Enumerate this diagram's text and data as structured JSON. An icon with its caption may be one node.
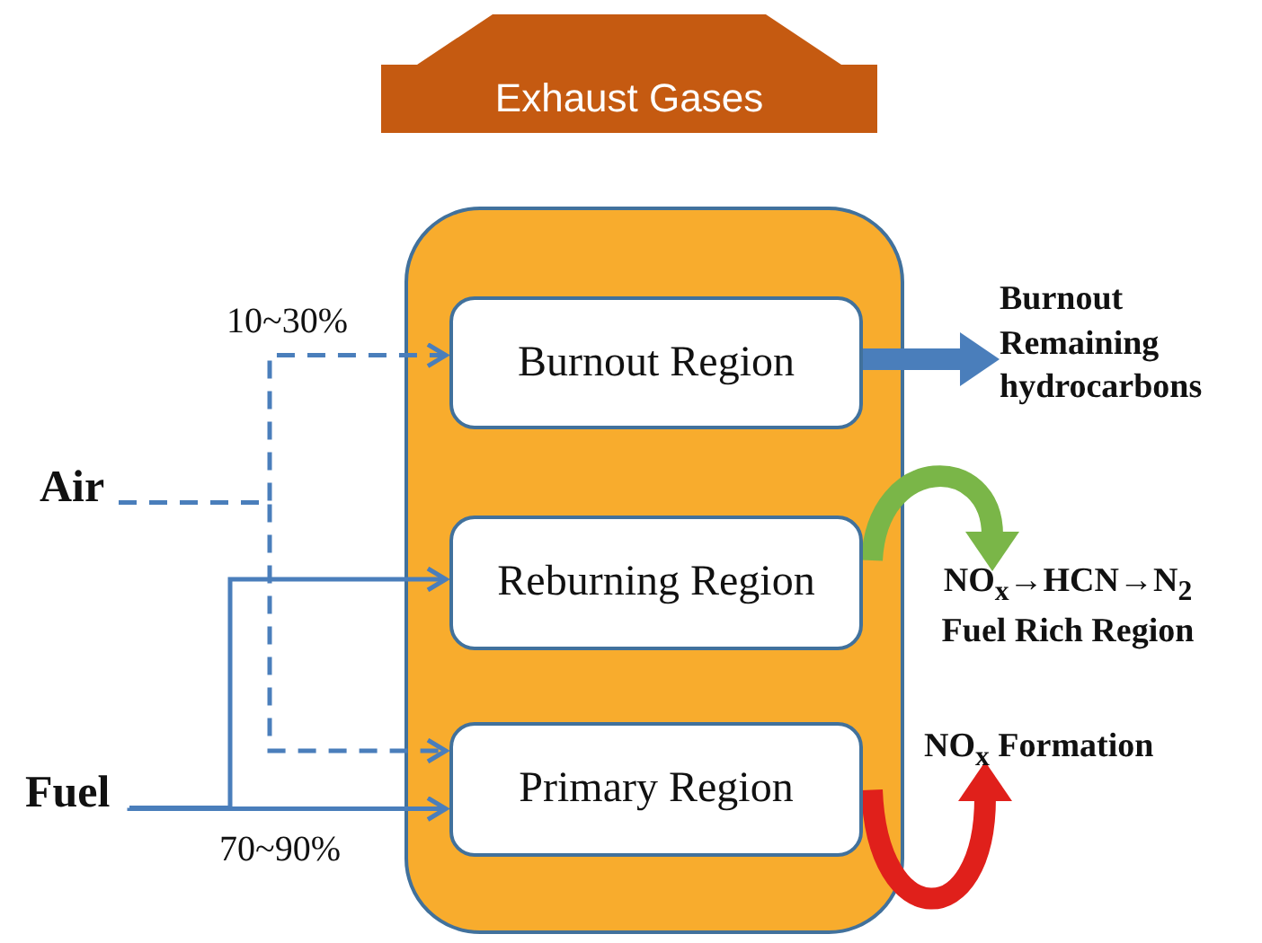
{
  "diagram": {
    "nodes": [
      {
        "text": [
          "Exhaust Gases"
        ]
      },
      {
        "text": [],
        "shape": "box"
      },
      {
        "text": [
          "Burnout Region"
        ],
        "in": 1
      },
      {
        "text": [
          "Reburning Region"
        ],
        "in": 1
      },
      {
        "text": [
          "Primary Region"
        ],
        "in": 1
      },
      {
        "text": [
          "Air"
        ]
      },
      {
        "text": [
          "Fuel"
        ]
      },
      {
        "text": [
          "Burnout Remaining hydrocarbons"
        ]
      },
      {
        "text": [
          "NO$_{x}$→HCN→N$_{2}$",
          "Fuel Rich Region"
        ]
      },
      {
        "text": [
          "NO$_{x}$ Formation"
        ]
      }
    ],
    "edges": [
      {
        "from": 5,
        "to": 2,
        "arrow": "to",
        "style": "dashed",
        "label": "10~30%"
      },
      {
        "from": 5,
        "to": 4,
        "arrow": "to",
        "style": "dashed"
      },
      {
        "from": 6,
        "to": 3,
        "arrow": "to"
      },
      {
        "from": 6,
        "to": 4,
        "arrow": "to",
        "label": "70~90%"
      },
      {
        "from": 2,
        "to": 7,
        "arrow": "to",
        "style": "thick"
      },
      {
        "from": 3,
        "to": 8,
        "arrow": "to",
        "style": "thick",
        "color": "#7ab648"
      },
      {
        "from": 4,
        "to": 9,
        "arrow": "to",
        "style": "thick",
        "color": "#e0201b"
      }
    ]
  }
}
